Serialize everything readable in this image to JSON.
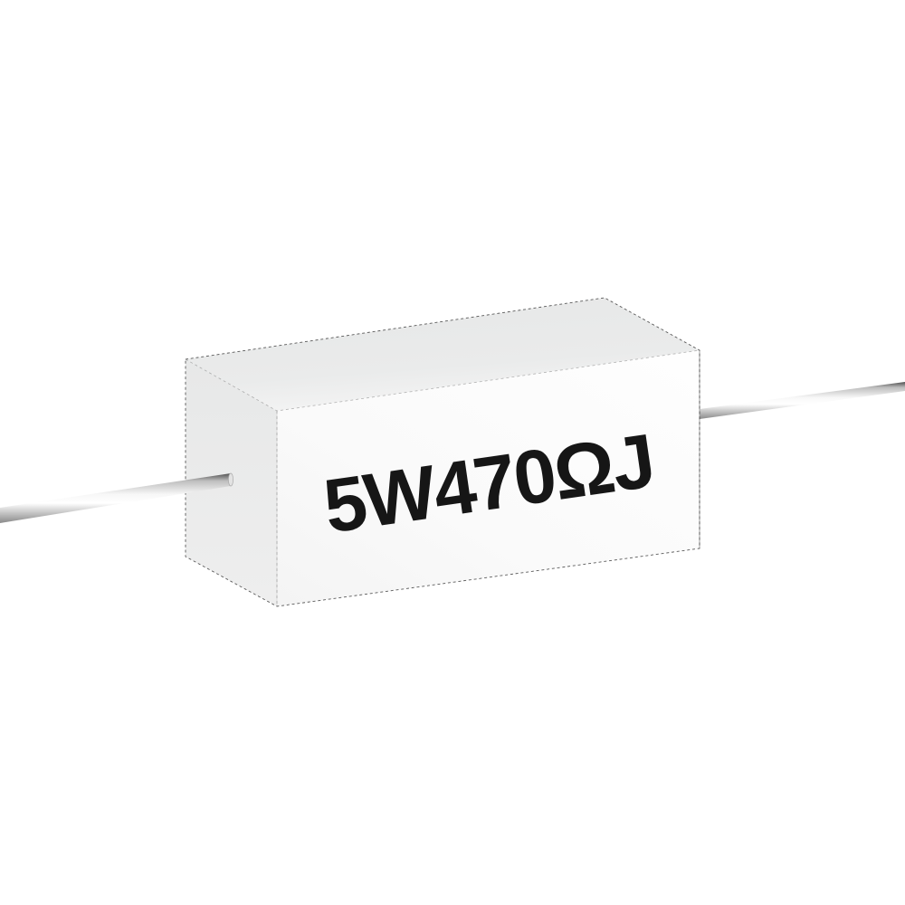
{
  "image": {
    "description": "3D render of a white ceramic cement power resistor with axial wire leads on a white background",
    "background_color": "#ffffff"
  },
  "resistor": {
    "marking": "5W470ΩJ",
    "power_rating": "5W",
    "resistance": "470Ω",
    "tolerance_code": "J",
    "body_front_color": "#fbfbfb",
    "body_top_color": "#e9e9e9",
    "body_side_color": "#eaeaea",
    "edge_line_color": "#3d3d3d",
    "lead_color": "#c0c0c0",
    "marking_text_color": "#161616"
  }
}
